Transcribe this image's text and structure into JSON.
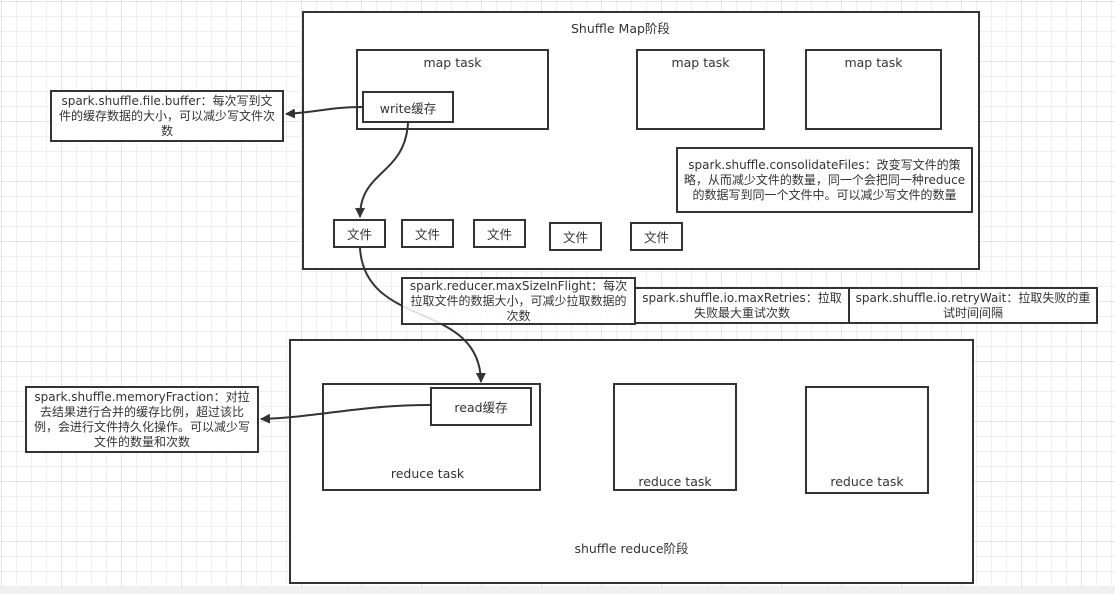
{
  "map_stage": {
    "title": "Shuffle Map阶段",
    "map_tasks": [
      {
        "label": "map task"
      },
      {
        "label": "map task"
      },
      {
        "label": "map task"
      }
    ],
    "write_buffer_label": "write缓存",
    "files": [
      "文件",
      "文件",
      "文件",
      "文件",
      "文件"
    ]
  },
  "reduce_stage": {
    "title": "shuffle reduce阶段",
    "reduce_tasks": [
      {
        "label": "reduce task"
      },
      {
        "label": "reduce task"
      },
      {
        "label": "reduce task"
      }
    ],
    "read_buffer_label": "read缓存"
  },
  "notes": {
    "file_buffer": "spark.shuffle.file.buffer：每次写到文件的缓存数据的大小，可以减少写文件次数",
    "consolidate_files": "spark.shuffle.consolidateFiles：改变写文件的策略，从而减少文件的数量，同一个会把同一种reduce的数据写到同一个文件中。可以减少写文件的数量",
    "max_size_in_flight": "spark.reducer.maxSizeInFlight：每次拉取文件的数据大小，可减少拉取数据的次数",
    "max_retries": "spark.shuffle.io.maxRetries：拉取失败最大重试次数",
    "retry_wait": "spark.shuffle.io.retryWait：拉取失败的重试时间间隔",
    "memory_fraction": "spark.shuffle.memoryFraction：对拉去结果进行合并的缓存比例，超过该比例，会进行文件持久化操作。可以减少写文件的数量和次数"
  },
  "colors": {
    "stroke": "#333333",
    "grid_minor": "#efefef",
    "grid_major": "#e4e4e4"
  }
}
